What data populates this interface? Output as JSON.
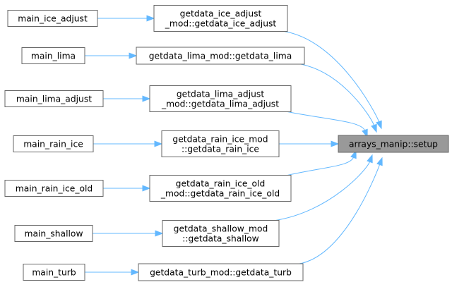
{
  "graph": {
    "target": "arrays_manip::setup",
    "callers": [
      {
        "id": "gd_ice_adjust",
        "lines": [
          "getdata_ice_adjust",
          "_mod::getdata_ice_adjust"
        ],
        "main": "main_ice_adjust"
      },
      {
        "id": "gd_lima",
        "lines": [
          "getdata_lima_mod::getdata_lima"
        ],
        "main": "main_lima"
      },
      {
        "id": "gd_lima_adjust",
        "lines": [
          "getdata_lima_adjust",
          "_mod::getdata_lima_adjust"
        ],
        "main": "main_lima_adjust"
      },
      {
        "id": "gd_rain_ice",
        "lines": [
          "getdata_rain_ice_mod",
          "::getdata_rain_ice"
        ],
        "main": "main_rain_ice"
      },
      {
        "id": "gd_rain_ice_old",
        "lines": [
          "getdata_rain_ice_old",
          "_mod::getdata_rain_ice_old"
        ],
        "main": "main_rain_ice_old"
      },
      {
        "id": "gd_shallow",
        "lines": [
          "getdata_shallow_mod",
          "::getdata_shallow"
        ],
        "main": "main_shallow"
      },
      {
        "id": "gd_turb",
        "lines": [
          "getdata_turb_mod::getdata_turb"
        ],
        "main": "main_turb"
      }
    ]
  },
  "colors": {
    "edge": "#63b8ff",
    "node_border": "#666666",
    "target_fill": "#999999"
  }
}
